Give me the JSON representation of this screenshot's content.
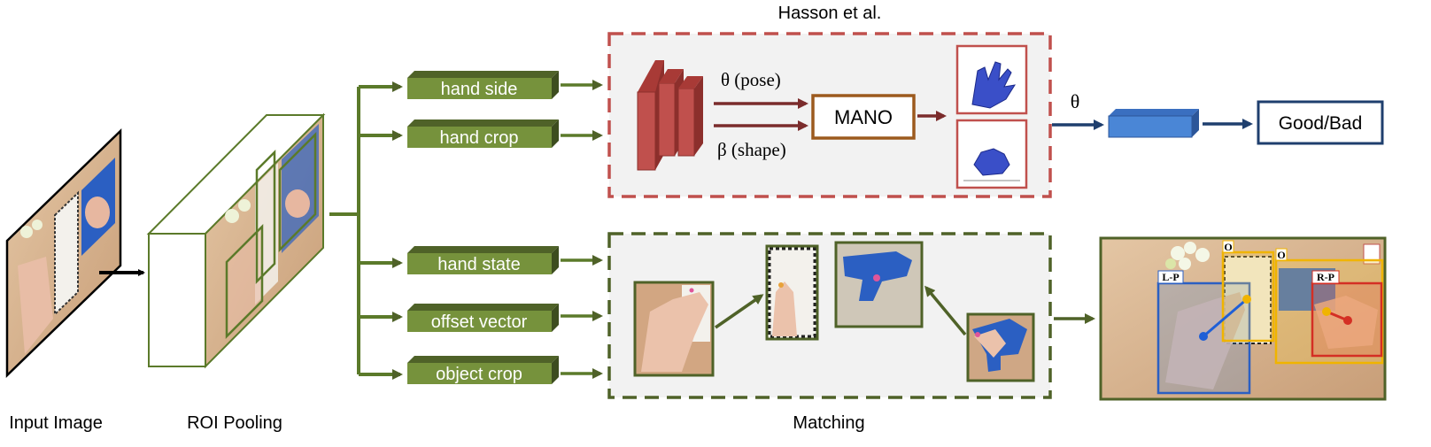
{
  "labels": {
    "input_image": "Input Image",
    "roi_pooling": "ROI Pooling",
    "hasson": "Hasson et al.",
    "matching": "Matching"
  },
  "heads": {
    "hand_side": "hand side",
    "hand_crop": "hand crop",
    "hand_state": "hand state",
    "offset_vector": "offset vector",
    "object_crop": "object crop"
  },
  "mano": {
    "pose": "θ (pose)",
    "shape": "β (shape)",
    "box": "MANO"
  },
  "theta": "θ",
  "good_bad": "Good/Bad",
  "detections": {
    "left_hand": "L-P",
    "right_hand": "R-P",
    "object_1": "O",
    "object_2": "O"
  },
  "colors": {
    "green": "#76923c",
    "green_dark": "#4f6228",
    "red_dashed": "#c0504d",
    "maroon": "#7b2c2c",
    "mano_border": "#9c5a1e",
    "blue": "#4a86d6",
    "navy": "#1f3f6e",
    "wood": "#d9b48f"
  }
}
